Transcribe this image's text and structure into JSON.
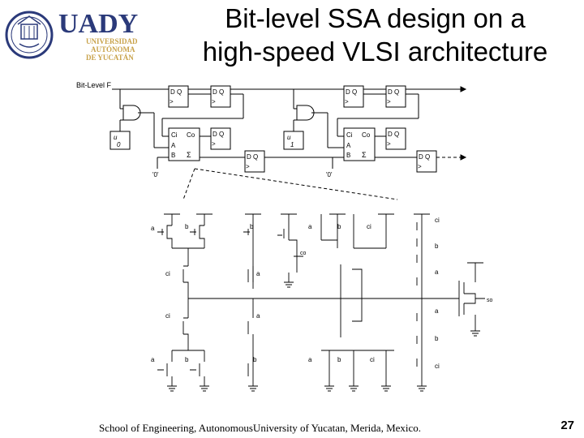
{
  "logo": {
    "name": "UADY",
    "line1": "UNIVERSIDAD",
    "line2": "AUTÓNOMA",
    "line3": "DE YUCATÁN",
    "colors": {
      "navy": "#2b3a7a",
      "gold": "#c8a24a"
    }
  },
  "title": {
    "line1": "Bit-level SSA design on a",
    "line2": "high-speed VLSI architecture"
  },
  "diagram": {
    "input_label": "Bit-Level F",
    "flipflop_label": "D Q",
    "clock_mark": ">",
    "memory_labels": [
      "u",
      "u"
    ],
    "memory_values": [
      "0",
      "1"
    ],
    "adder_ci": "Ci",
    "adder_co": "Co",
    "adder_a": "A",
    "adder_b": "B",
    "adder_sum": "Σ",
    "zero_labels": [
      "'0'",
      "'0'"
    ],
    "transistor_labels": {
      "a": "a",
      "b": "b",
      "ci": "ci",
      "co": "co",
      "so": "so"
    }
  },
  "footer": "School of Engineering, AutonomousUniversity of Yucatan, Merida, Mexico.",
  "page_number": "27"
}
